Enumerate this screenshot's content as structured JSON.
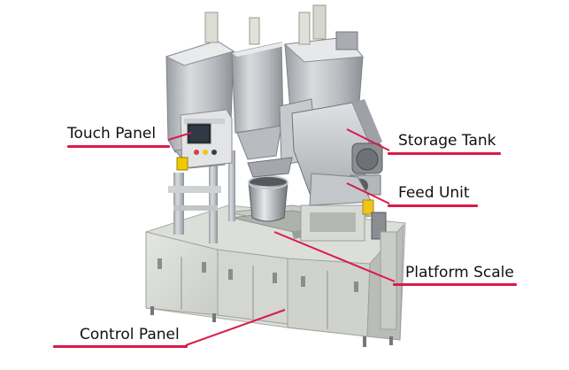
{
  "accent_color": "#d81b4a",
  "labels": {
    "touch_panel": "Touch Panel",
    "storage_tank": "Storage Tank",
    "feed_unit": "Feed Unit",
    "platform_scale": "Platform Scale",
    "control_panel": "Control Panel"
  },
  "icons": {
    "machine": "weighing-machine-illustration"
  }
}
